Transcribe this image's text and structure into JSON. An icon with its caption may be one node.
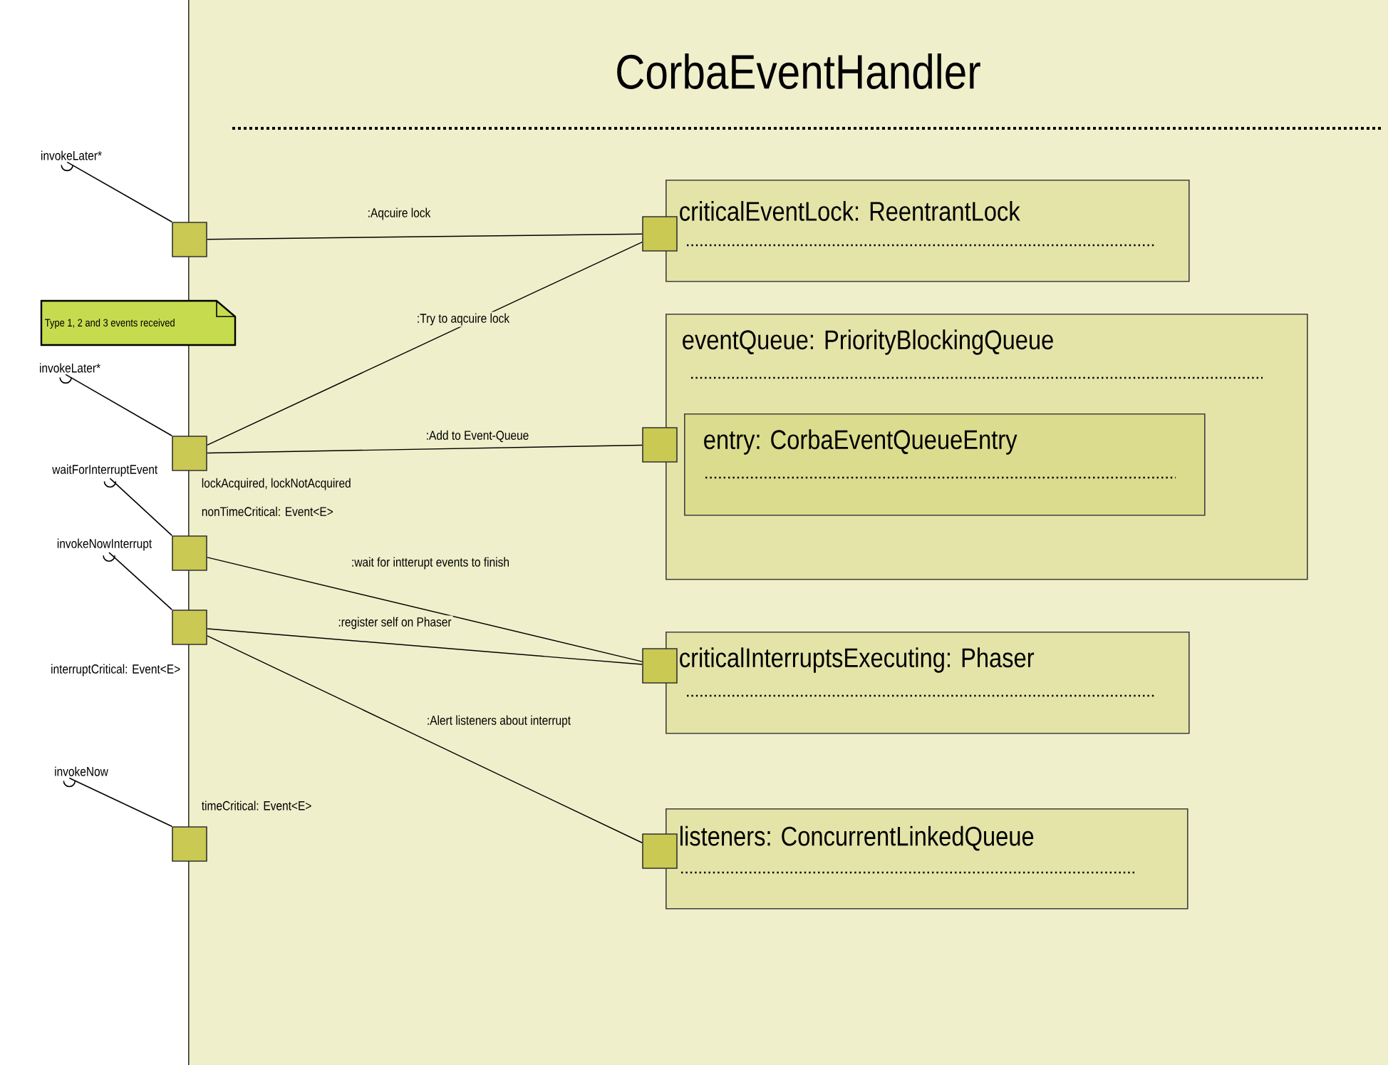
{
  "diagram": {
    "nodes": [
      {
        "text": [
          "CorbaEventHandler"
        ]
      },
      {
        "text": [
          "invokeLater*"
        ]
      },
      {
        "text": [],
        "shape": "box"
      },
      {
        "text": [
          "criticalEventLock: ReentrantLock"
        ],
        "in": 0
      },
      {
        "text": [],
        "shape": "box",
        "in": 0
      },
      {
        "text": [
          "Type 1, 2 and 3 events received"
        ]
      },
      {
        "text": [
          "eventQueue: PriorityBlockingQueue"
        ],
        "in": 0
      },
      {
        "text": [
          "invokeLater*"
        ]
      },
      {
        "text": [],
        "shape": "box",
        "beside": [
          "lockAcquired, lockNotAcquired"
        ]
      },
      {
        "text": [
          "entry: CorbaEventQueueEntry"
        ],
        "in": 6
      },
      {
        "text": [],
        "shape": "box",
        "in": 0
      },
      {
        "text": [
          "waitForInterruptEvent"
        ]
      },
      {
        "text": [],
        "shape": "box",
        "beside": [
          "nonTimeCritical: Event<E>"
        ]
      },
      {
        "text": [
          "invokeNowInterrupt"
        ]
      },
      {
        "text": [],
        "shape": "box",
        "beside": [
          "interruptCritical: Event<E>"
        ]
      },
      {
        "text": [
          "criticalInterruptsExecuting: Phaser"
        ],
        "in": 0
      },
      {
        "text": [],
        "shape": "box",
        "in": 0
      },
      {
        "text": [
          "invokeNow"
        ]
      },
      {
        "text": [],
        "shape": "box",
        "beside": [
          "timeCritical: Event<E>"
        ]
      },
      {
        "text": [
          "listeners: ConcurrentLinkedQueue"
        ],
        "in": 0
      },
      {
        "text": [],
        "shape": "box",
        "in": 0
      }
    ],
    "edges": [
      {
        "from": 1,
        "to": 2,
        "arrow": "none"
      },
      {
        "from": 2,
        "to": 4,
        "arrow": "none",
        "label": ":Aqcuire lock"
      },
      {
        "from": 8,
        "to": 4,
        "arrow": "none",
        "label": ":Try to aqcuire lock"
      },
      {
        "from": 8,
        "to": 10,
        "arrow": "none",
        "label": ":Add to Event-Queue"
      },
      {
        "from": 7,
        "to": 8,
        "arrow": "none"
      },
      {
        "from": 11,
        "to": 12,
        "arrow": "none"
      },
      {
        "from": 12,
        "to": 16,
        "arrow": "none",
        "label": ":wait for intterupt events to finish"
      },
      {
        "from": 13,
        "to": 14,
        "arrow": "none"
      },
      {
        "from": 14,
        "to": 16,
        "arrow": "none",
        "label": ":register self on Phaser"
      },
      {
        "from": 14,
        "to": 20,
        "arrow": "none",
        "label": ":Alert listeners about interrupt"
      },
      {
        "from": 17,
        "to": 18,
        "arrow": "none"
      }
    ]
  }
}
